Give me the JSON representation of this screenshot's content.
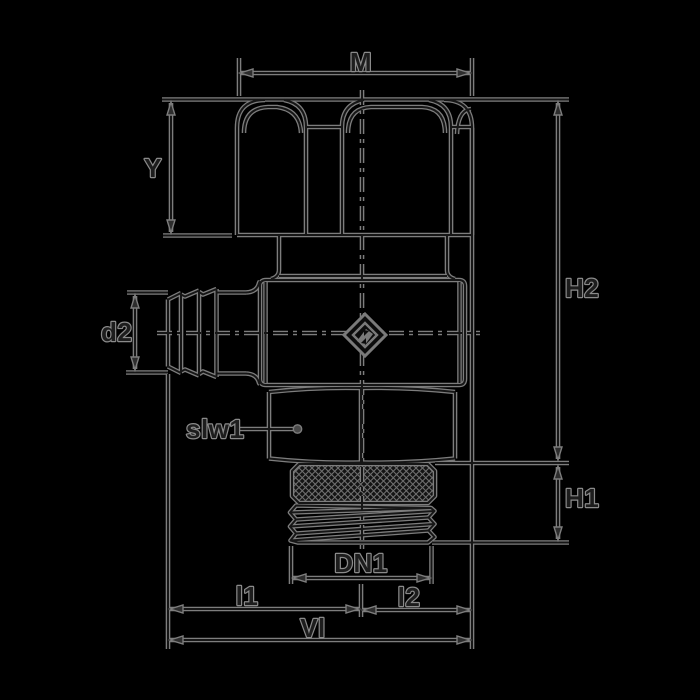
{
  "drawing": {
    "type": "technical-dimension-drawing",
    "subject": "angled drain valve with hose barb, cap nut, hex flats, knurled collar and male thread",
    "colors": {
      "background": "#000000",
      "line_edge": "#7d7d7d",
      "line_core": "#161616",
      "text_fill": "#1d1d1d",
      "text_stroke": "#8a8a8a"
    },
    "labels": {
      "m": "M",
      "y": "Y",
      "h2": "H2",
      "d2": "d2",
      "slw1": "slw1",
      "h1": "H1",
      "dn1": "DN1",
      "l1": "l1",
      "l2": "l2",
      "vl": "Vl"
    }
  }
}
